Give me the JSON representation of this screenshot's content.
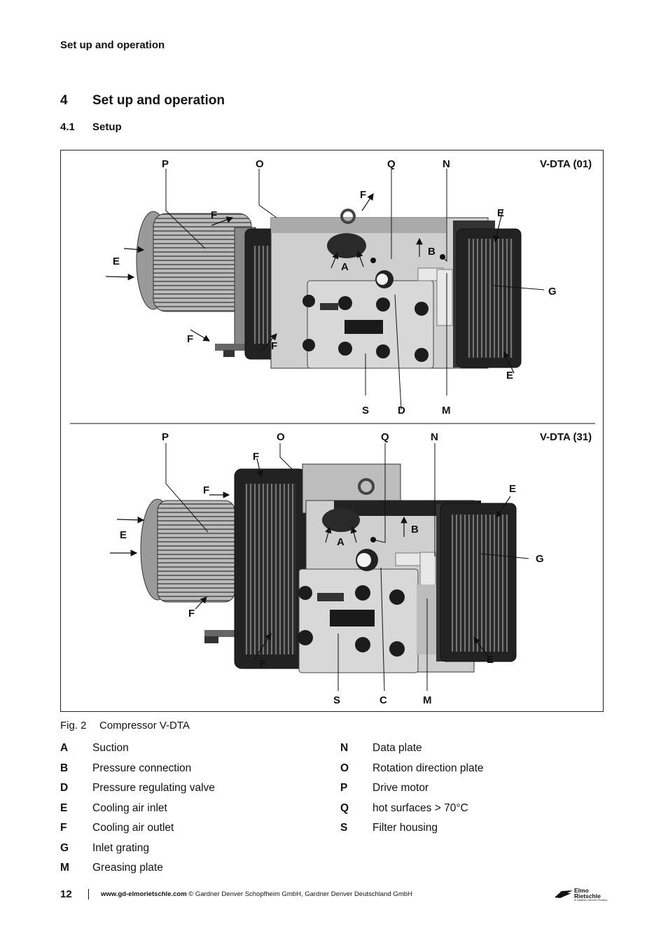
{
  "running_head": "Set up and operation",
  "section": {
    "num": "4",
    "title": "Set up and operation"
  },
  "subsection": {
    "num": "4.1",
    "title": "Setup"
  },
  "figure": {
    "top": {
      "model": "V-DTA (01)",
      "labels": {
        "P": "P",
        "O": "O",
        "Q": "Q",
        "N": "N",
        "F": "F",
        "E": "E",
        "A": "A",
        "B": "B",
        "G": "G",
        "S": "S",
        "D": "D",
        "M": "M"
      }
    },
    "bottom": {
      "model": "V-DTA (31)",
      "labels": {
        "P": "P",
        "O": "O",
        "Q": "Q",
        "N": "N",
        "F": "F",
        "E": "E",
        "A": "A",
        "B": "B",
        "G": "G",
        "S": "S",
        "C": "C",
        "M": "M"
      }
    }
  },
  "caption": {
    "num": "Fig. 2",
    "text": "Compressor  V-DTA"
  },
  "legend_left": [
    {
      "key": "A",
      "text": "Suction"
    },
    {
      "key": "B",
      "text": "Pressure connection"
    },
    {
      "key": "D",
      "text": "Pressure regulating valve"
    },
    {
      "key": "E",
      "text": "Cooling air inlet"
    },
    {
      "key": "F",
      "text": "Cooling air outlet"
    },
    {
      "key": "G",
      "text": "Inlet grating"
    },
    {
      "key": "M",
      "text": "Greasing plate"
    }
  ],
  "legend_right": [
    {
      "key": "N",
      "text": "Data plate"
    },
    {
      "key": "O",
      "text": "Rotation direction plate"
    },
    {
      "key": "P",
      "text": "Drive motor"
    },
    {
      "key": "Q",
      "text": "hot surfaces > 70°C"
    },
    {
      "key": "S",
      "text": "Filter housing"
    }
  ],
  "footer": {
    "page": "12",
    "url": "www.gd-elmorietschle.com",
    "copyright": " © Gardner Denver Schopfheim GmbH, Gardner Denver Deutschland GmbH",
    "logo_line1": "Elmo",
    "logo_line2": "Rietschle",
    "logo_sub": "A Gardner Denver Product"
  }
}
